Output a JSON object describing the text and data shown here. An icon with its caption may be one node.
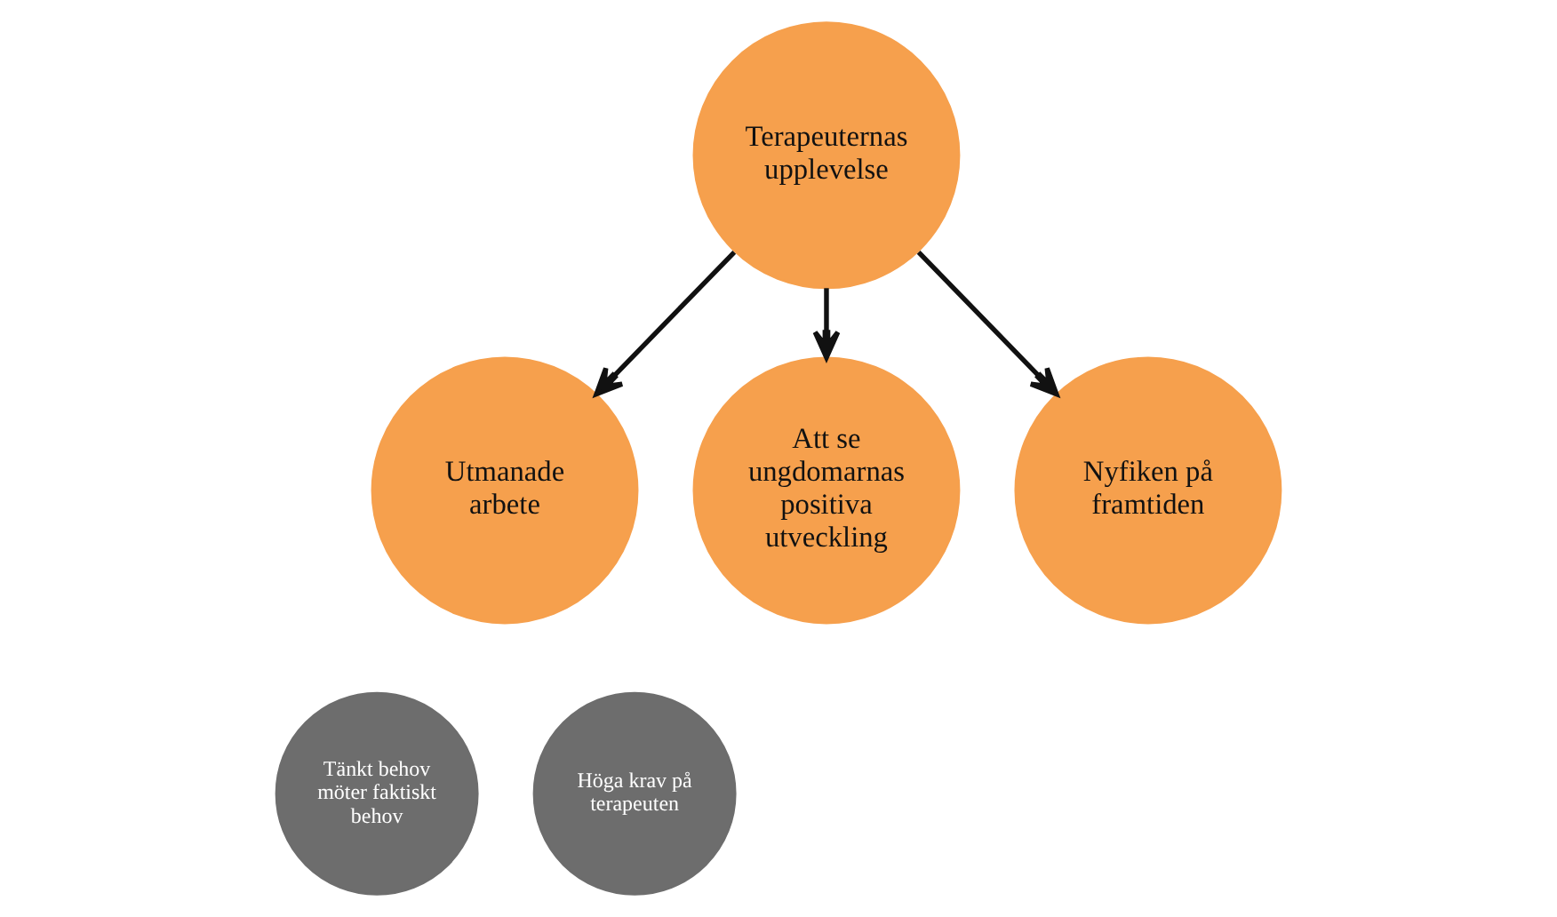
{
  "diagram": {
    "nodes": [
      {
        "text": [
          "Terapeuternas upplevelse"
        ]
      },
      {
        "text": [
          "Utmanade arbete"
        ]
      },
      {
        "text": [
          "Tänkt behov möter faktiskt behov"
        ]
      },
      {
        "text": [
          "Höga krav på terapeuten"
        ]
      },
      {
        "text": [
          "Att se ungdomarnas positiva utveckling"
        ]
      },
      {
        "text": [
          "Nyfiken på framtiden"
        ]
      }
    ],
    "edges": [
      {
        "from": 0,
        "to": 1,
        "arrow": "to"
      },
      {
        "from": 0,
        "to": 4,
        "arrow": "to"
      },
      {
        "from": 0,
        "to": 5,
        "arrow": "to"
      }
    ]
  }
}
